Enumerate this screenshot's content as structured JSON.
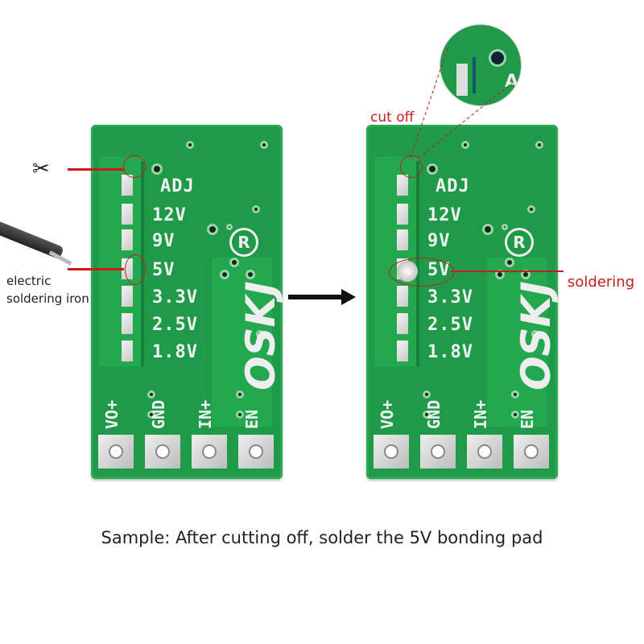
{
  "boards": [
    {
      "side": "before",
      "voltage_labels": [
        "ADJ",
        "12V",
        "9V",
        "5V",
        "3.3V",
        "2.5V",
        "1.8V"
      ],
      "pin_labels": [
        "VO+",
        "GND",
        "IN+",
        "EN"
      ],
      "brand": "OSKJ",
      "reg_mark": "R"
    },
    {
      "side": "after",
      "voltage_labels": [
        "ADJ",
        "12V",
        "9V",
        "5V",
        "3.3V",
        "2.5V",
        "1.8V"
      ],
      "pin_labels": [
        "VO+",
        "GND",
        "IN+",
        "EN"
      ],
      "brand": "OSKJ",
      "reg_mark": "R"
    }
  ],
  "annotations": {
    "scissors_icon": "✂",
    "iron_label_line1": "electric",
    "iron_label_line2": "soldering iron",
    "cut_off": "cut off",
    "soldering": "soldering",
    "zoom_letter": "A"
  },
  "caption": "Sample: After cutting off, solder the 5V bonding pad",
  "colors": {
    "board": "#1e9a48",
    "annotation": "#c81e1e"
  }
}
